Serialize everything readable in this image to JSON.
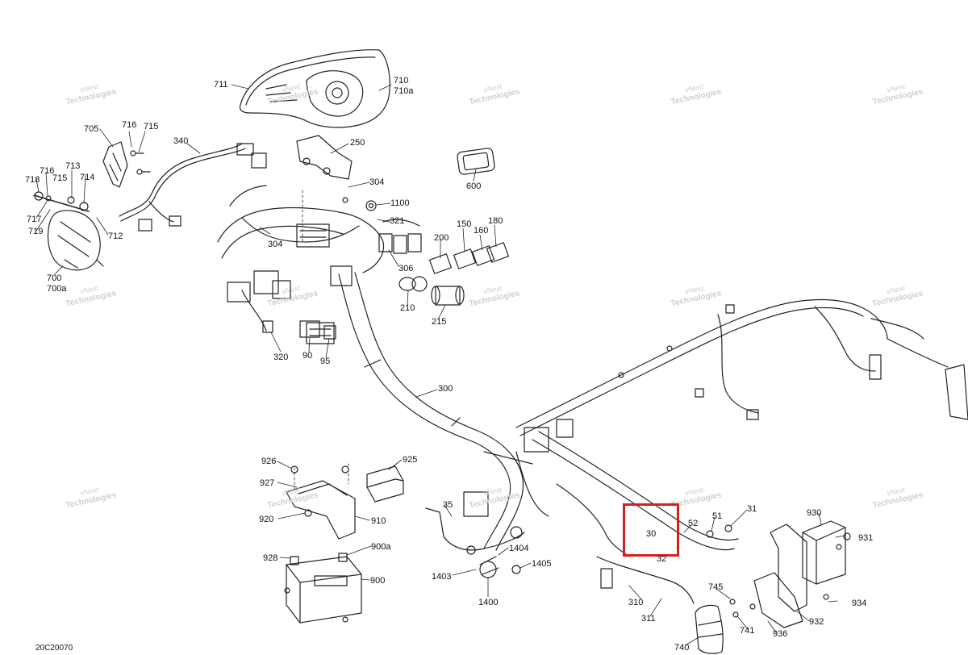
{
  "diagram_code": "20C20070",
  "watermark": {
    "line1": "vNext",
    "line2": "Technologies"
  },
  "highlight": {
    "label": "30",
    "color": "#d62020"
  },
  "callouts": {
    "c711": "711",
    "c710": "710",
    "c710a": "710a",
    "c705": "705",
    "c716a": "716",
    "c715a": "715",
    "c340": "340",
    "c250": "250",
    "c718": "718",
    "c716b": "716",
    "c715b": "715",
    "c713": "713",
    "c714": "714",
    "c717": "717",
    "c719": "719",
    "c712": "712",
    "c700": "700",
    "c700a": "700a",
    "c304a": "304",
    "c1100": "1100",
    "c321": "321",
    "c304b": "304",
    "c600": "600",
    "c150": "150",
    "c160": "160",
    "c180": "180",
    "c200": "200",
    "c306": "306",
    "c210": "210",
    "c215": "215",
    "c320": "320",
    "c90": "90",
    "c95": "95",
    "c300": "300",
    "c926": "926",
    "c925": "925",
    "c927": "927",
    "c920": "920",
    "c910": "910",
    "c928": "928",
    "c900a": "900a",
    "c900": "900",
    "c35": "35",
    "c1404": "1404",
    "c1405": "1405",
    "c1403": "1403",
    "c1400": "1400",
    "c52": "52",
    "c51": "51",
    "c31": "31",
    "c32": "32",
    "c310": "310",
    "c311": "311",
    "c745": "745",
    "c741": "741",
    "c740": "740",
    "c930": "930",
    "c931": "931",
    "c934": "934",
    "c936": "936",
    "c932": "932"
  }
}
